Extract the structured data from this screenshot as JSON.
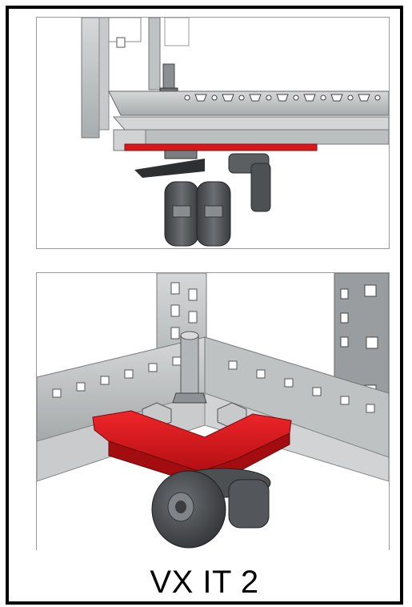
{
  "caption": "VX IT 2",
  "images": {
    "top": "caster-side-view-illustration",
    "bottom": "caster-corner-bracket-illustration"
  },
  "colors": {
    "frame": "#000000",
    "accent_red": "#d8171b",
    "metal_gray": "#b9bcbd",
    "wheel_dark": "#4a4c4f"
  }
}
